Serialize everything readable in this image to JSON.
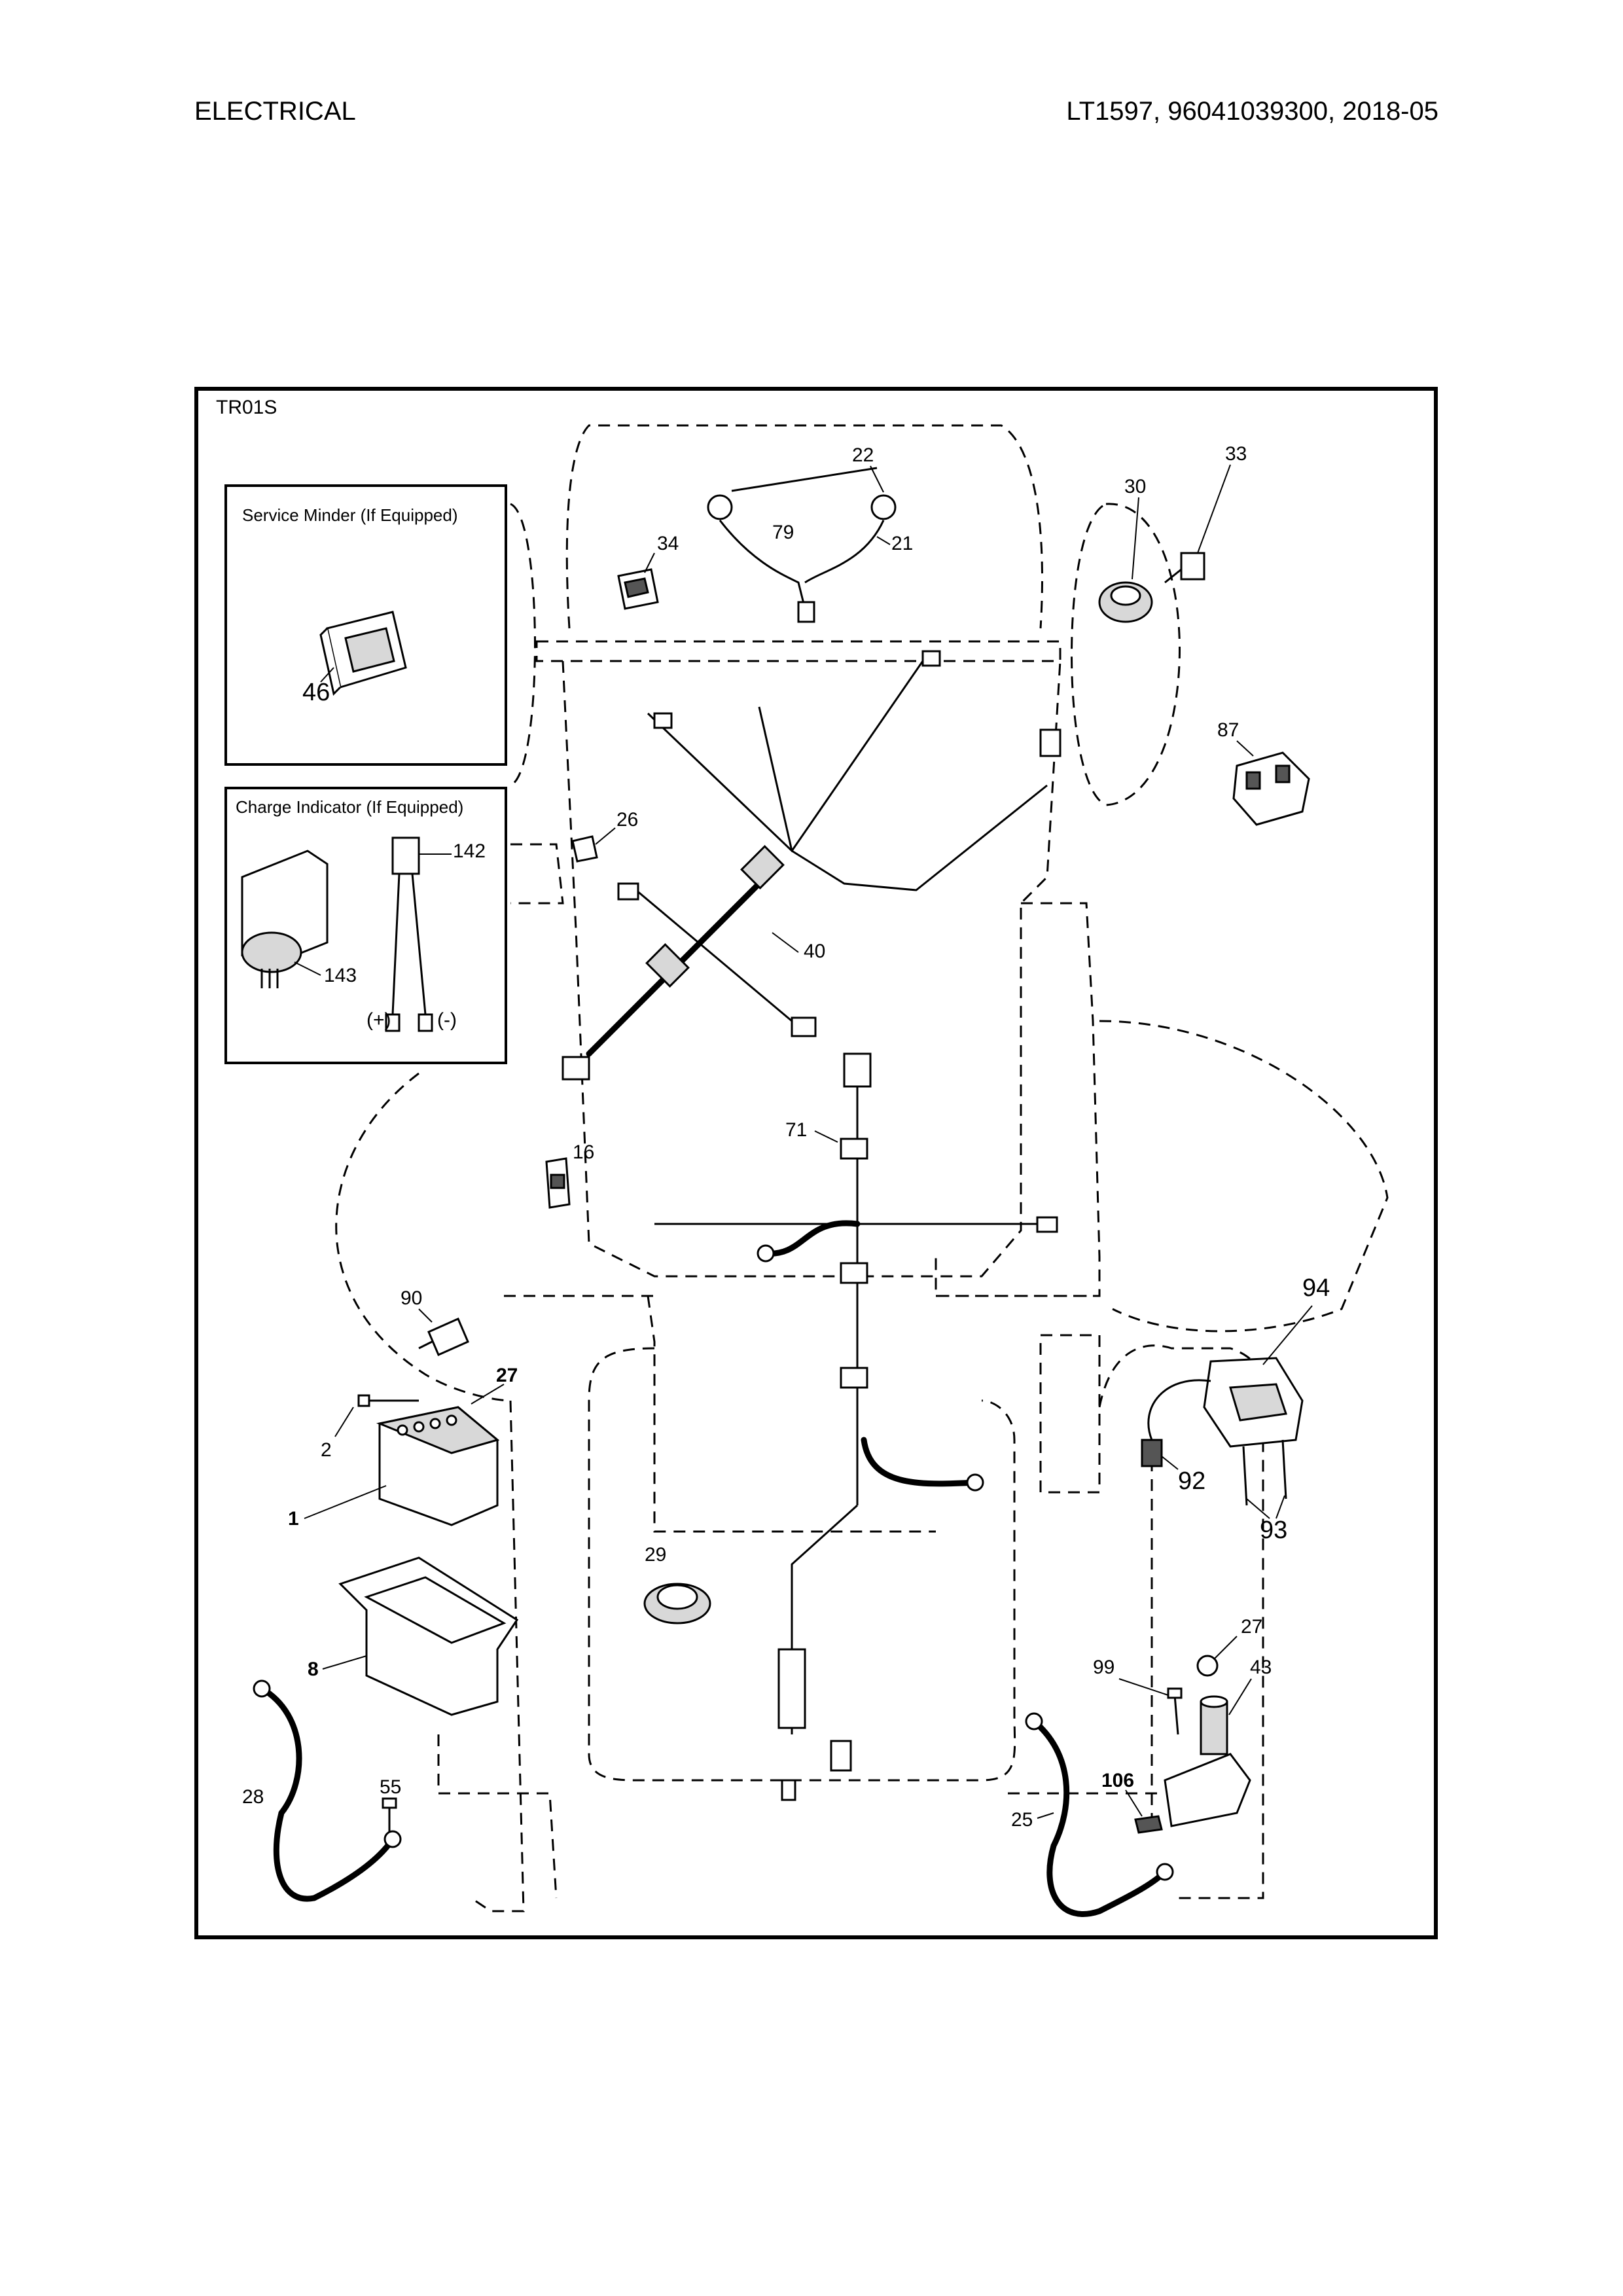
{
  "header": {
    "section": "ELECTRICAL",
    "model_info": "LT1597, 96041039300, 2018-05"
  },
  "diagram": {
    "code": "TR01S",
    "insets": {
      "service_minder": {
        "title": "Service Minder (If Equipped)",
        "part": "46"
      },
      "charge_indicator": {
        "title": "Charge Indicator (If Equipped)",
        "parts": [
          "142",
          "143"
        ],
        "plus": "(+)",
        "minus": "(-)"
      }
    },
    "callouts": {
      "p22": "22",
      "p79": "79",
      "p21": "21",
      "p34": "34",
      "p30": "30",
      "p33": "33",
      "p87": "87",
      "p26": "26",
      "p40": "40",
      "p16": "16",
      "p71": "71",
      "p90": "90",
      "p27a": "27",
      "p2": "2",
      "p1": "1",
      "p8": "8",
      "p29": "29",
      "p28": "28",
      "p55": "55",
      "p94": "94",
      "p92": "92",
      "p93": "93",
      "p27b": "27",
      "p43": "43",
      "p99": "99",
      "p106": "106",
      "p25": "25"
    }
  }
}
